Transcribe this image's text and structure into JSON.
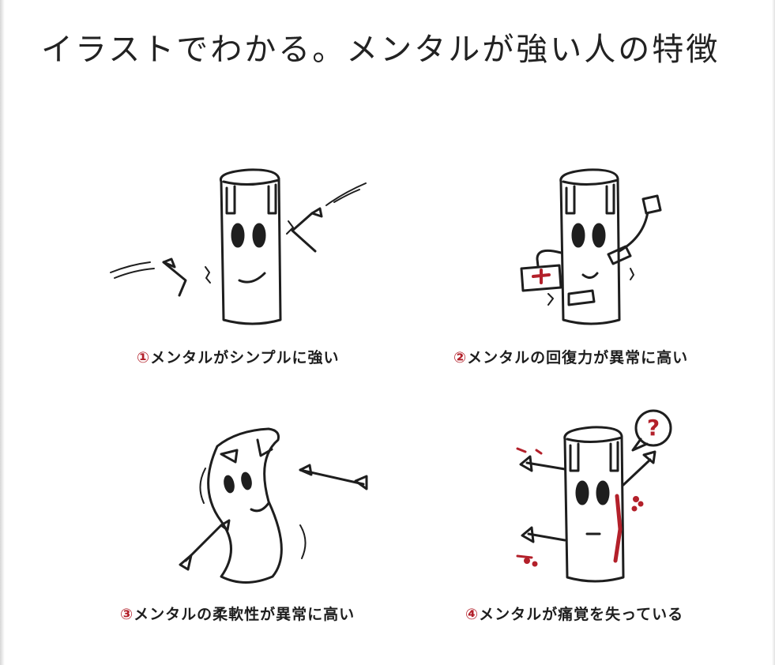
{
  "title": "イラストでわかる。メンタルが強い人の特徴",
  "panels": [
    {
      "num": "①",
      "text": "メンタルがシンプルに強い"
    },
    {
      "num": "②",
      "text": "メンタルの回復力が異常に高い"
    },
    {
      "num": "③",
      "text": "メンタルの柔軟性が異常に高い"
    },
    {
      "num": "④",
      "text": "メンタルが痛覚を失っている"
    }
  ],
  "speech_bubble": "?",
  "colors": {
    "accent_red": "#b3202a",
    "ink": "#1e1e1e"
  }
}
